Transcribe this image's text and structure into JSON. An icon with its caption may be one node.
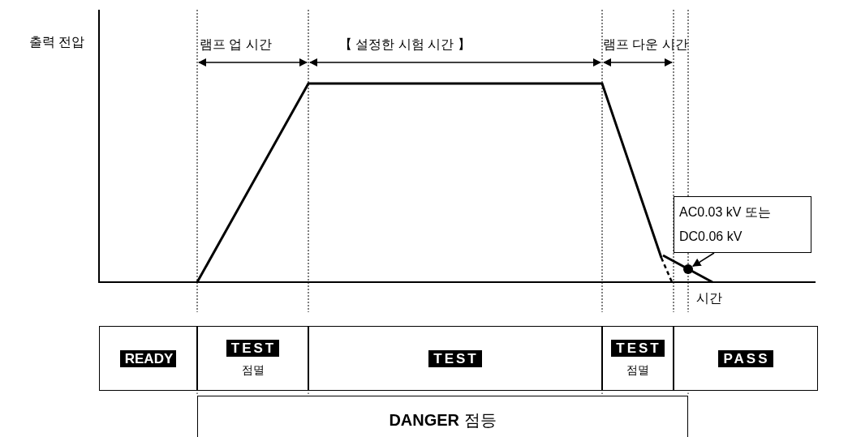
{
  "diagram": {
    "nodes": [
      {
        "text": [
          "AC0.03 kV 또는 DC0.06 kV"
        ]
      },
      {
        "text": [],
        "shape": "circle"
      },
      {
        "text": [
          "READY"
        ]
      },
      {
        "text": [
          "TEST",
          "점멸"
        ]
      },
      {
        "text": [
          "TEST"
        ]
      },
      {
        "text": [
          "TEST",
          "점멸"
        ]
      },
      {
        "text": [
          "PASS"
        ]
      },
      {
        "text": [
          "**DANGER** 점등"
        ]
      }
    ],
    "edges": [
      {
        "from": 0,
        "to": 1,
        "arrow": "to"
      }
    ],
    "labels": [
      "출력 전압",
      "램프 업 시간",
      "【 설정한 시험 시간 】",
      "램프 다운 시간",
      "시간"
    ]
  }
}
